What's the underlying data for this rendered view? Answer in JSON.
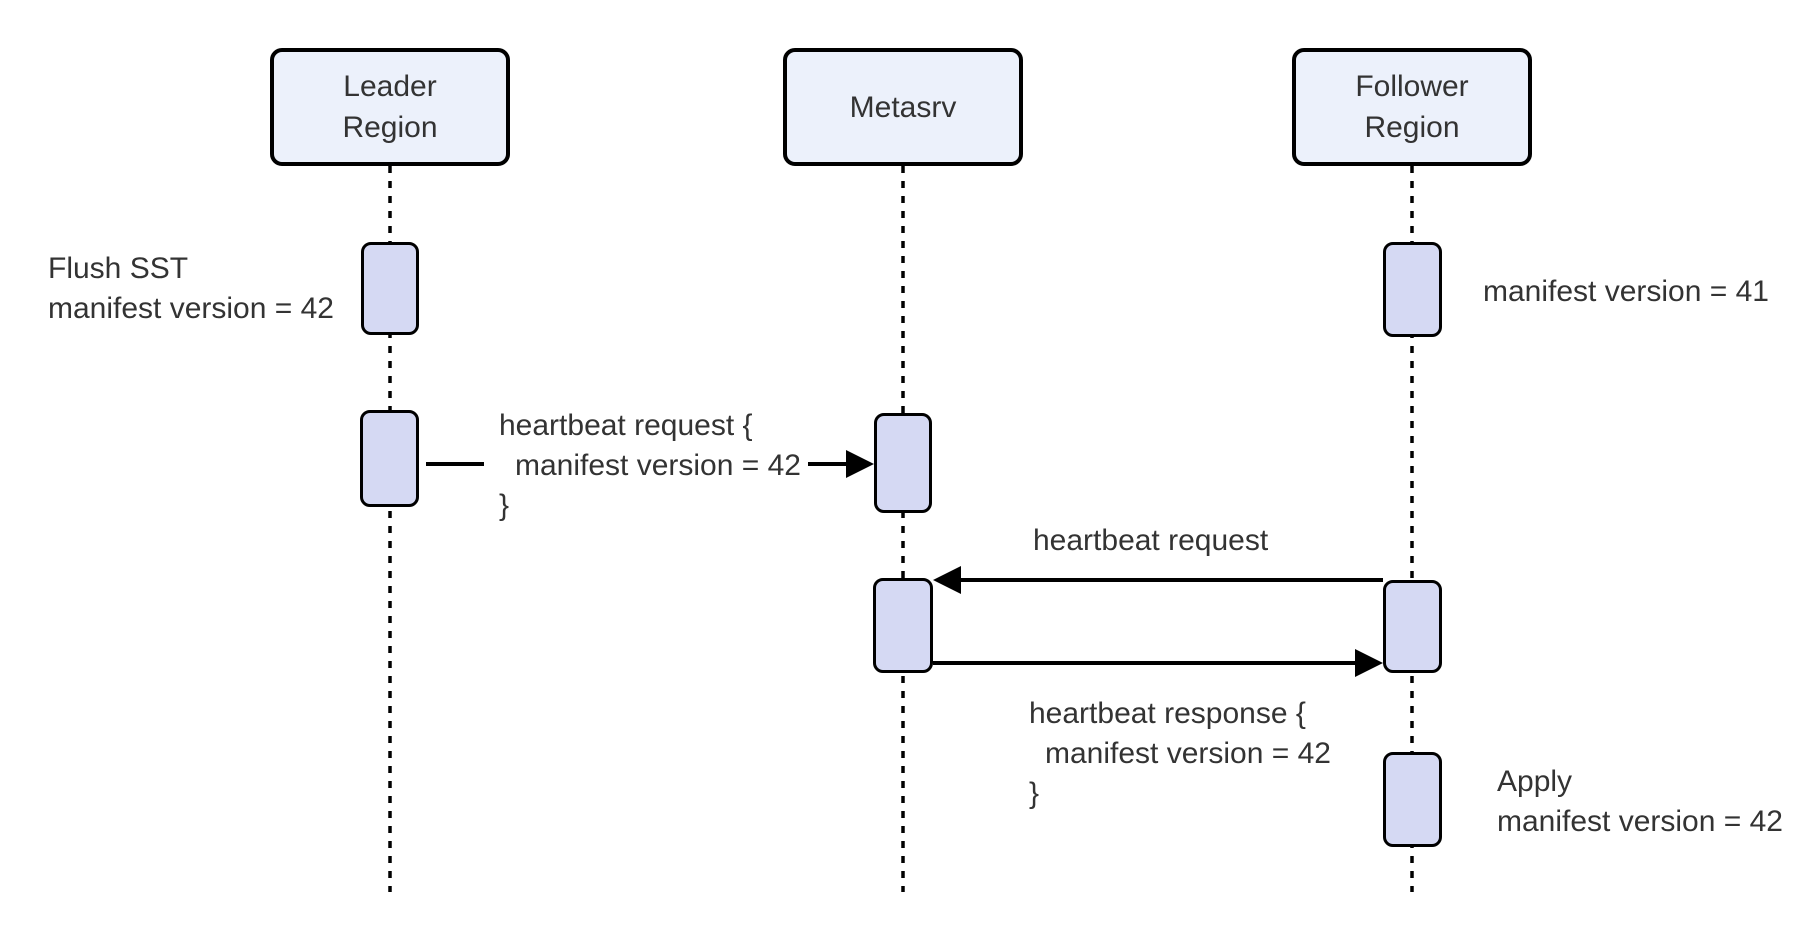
{
  "diagram_type": "sequence-diagram",
  "participants": [
    {
      "id": "leader-region",
      "lines": [
        "Leader",
        "Region"
      ]
    },
    {
      "id": "metasrv",
      "lines": [
        "Metasrv"
      ]
    },
    {
      "id": "follower-region",
      "lines": [
        "Follower",
        "Region"
      ]
    }
  ],
  "notes": {
    "flush": {
      "lines": [
        "Flush SST",
        "manifest version = 42"
      ]
    },
    "follower_manifest": {
      "text": "manifest version = 41"
    },
    "apply": {
      "lines": [
        "Apply",
        "manifest version = 42"
      ]
    }
  },
  "messages": {
    "leader_heartbeat": {
      "from": "leader-region",
      "to": "metasrv",
      "lines": [
        "heartbeat request {",
        "manifest version = 42",
        "}"
      ]
    },
    "follower_heartbeat": {
      "from": "follower-region",
      "to": "metasrv",
      "text": "heartbeat request"
    },
    "heartbeat_response": {
      "from": "metasrv",
      "to": "follower-region",
      "lines": [
        "heartbeat response {",
        "manifest version = 42",
        "}"
      ]
    }
  },
  "colors": {
    "activation_fill": "#D5D9F3",
    "participant_fill": "#ECF1FB",
    "border": "#000000",
    "text": "#333333",
    "background": "#FFFFFF"
  }
}
